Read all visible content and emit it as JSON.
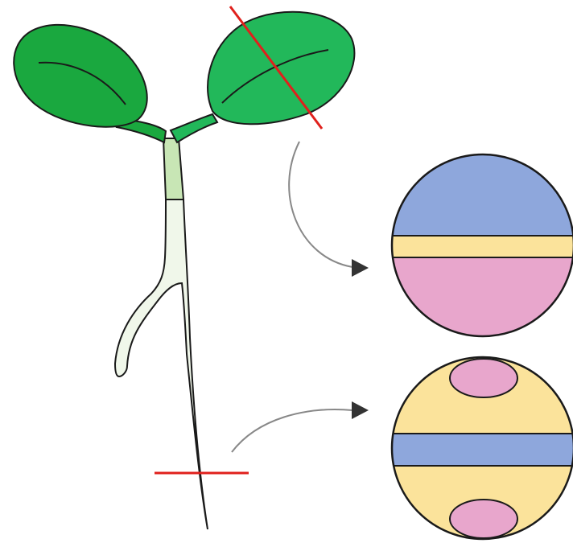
{
  "diagram": {
    "colors": {
      "leaf_left": "#1aa83f",
      "leaf_right": "#22b85a",
      "stem_upper": "#c8e6b5",
      "stem_lower": "#f0f7ea",
      "root": "#f0f7ea",
      "outline": "#1a1a1a",
      "cut_line": "#e0201c",
      "arrow": "#888888",
      "arrow_head": "#333333",
      "blue_tissue": "#8ea7dc",
      "yellow_tissue": "#fbe39b",
      "pink_tissue": "#e8a6cc"
    },
    "icons": {
      "seedling": "seedling-illustration",
      "leaf_cross_section": "leaf-cross-section-circle",
      "root_cross_section": "root-cross-section-circle",
      "arrow": "curved-arrow-icon"
    }
  }
}
